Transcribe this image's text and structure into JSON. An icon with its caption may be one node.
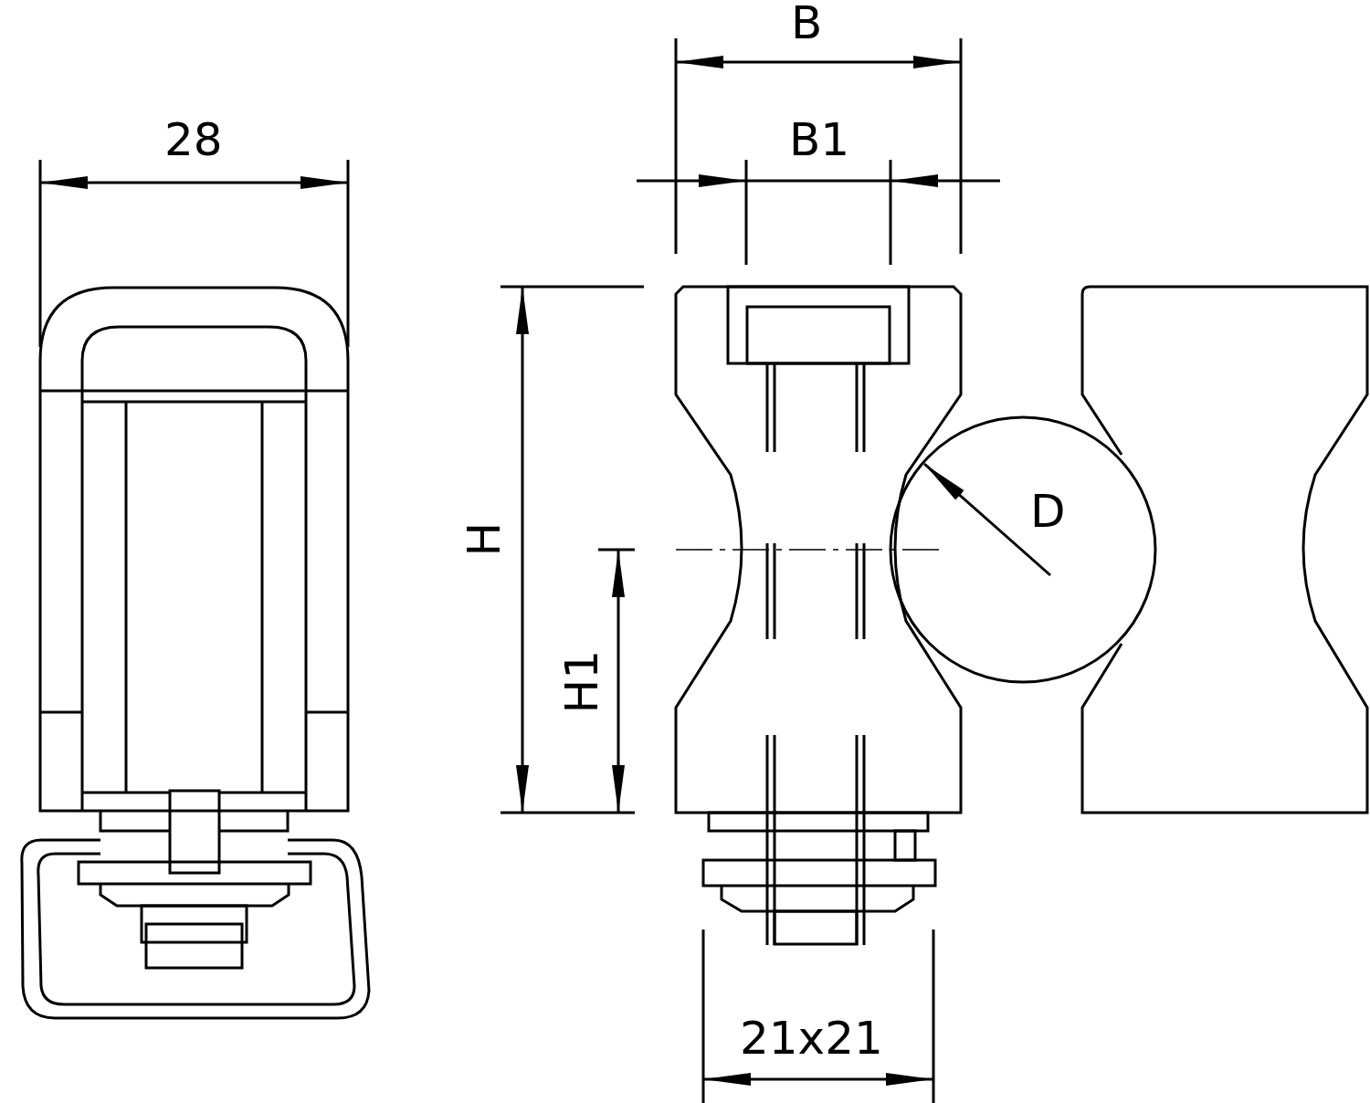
{
  "diagram": {
    "labels": [
      "B",
      "28",
      "B1",
      "D",
      "H",
      "H1",
      "21x21"
    ]
  }
}
